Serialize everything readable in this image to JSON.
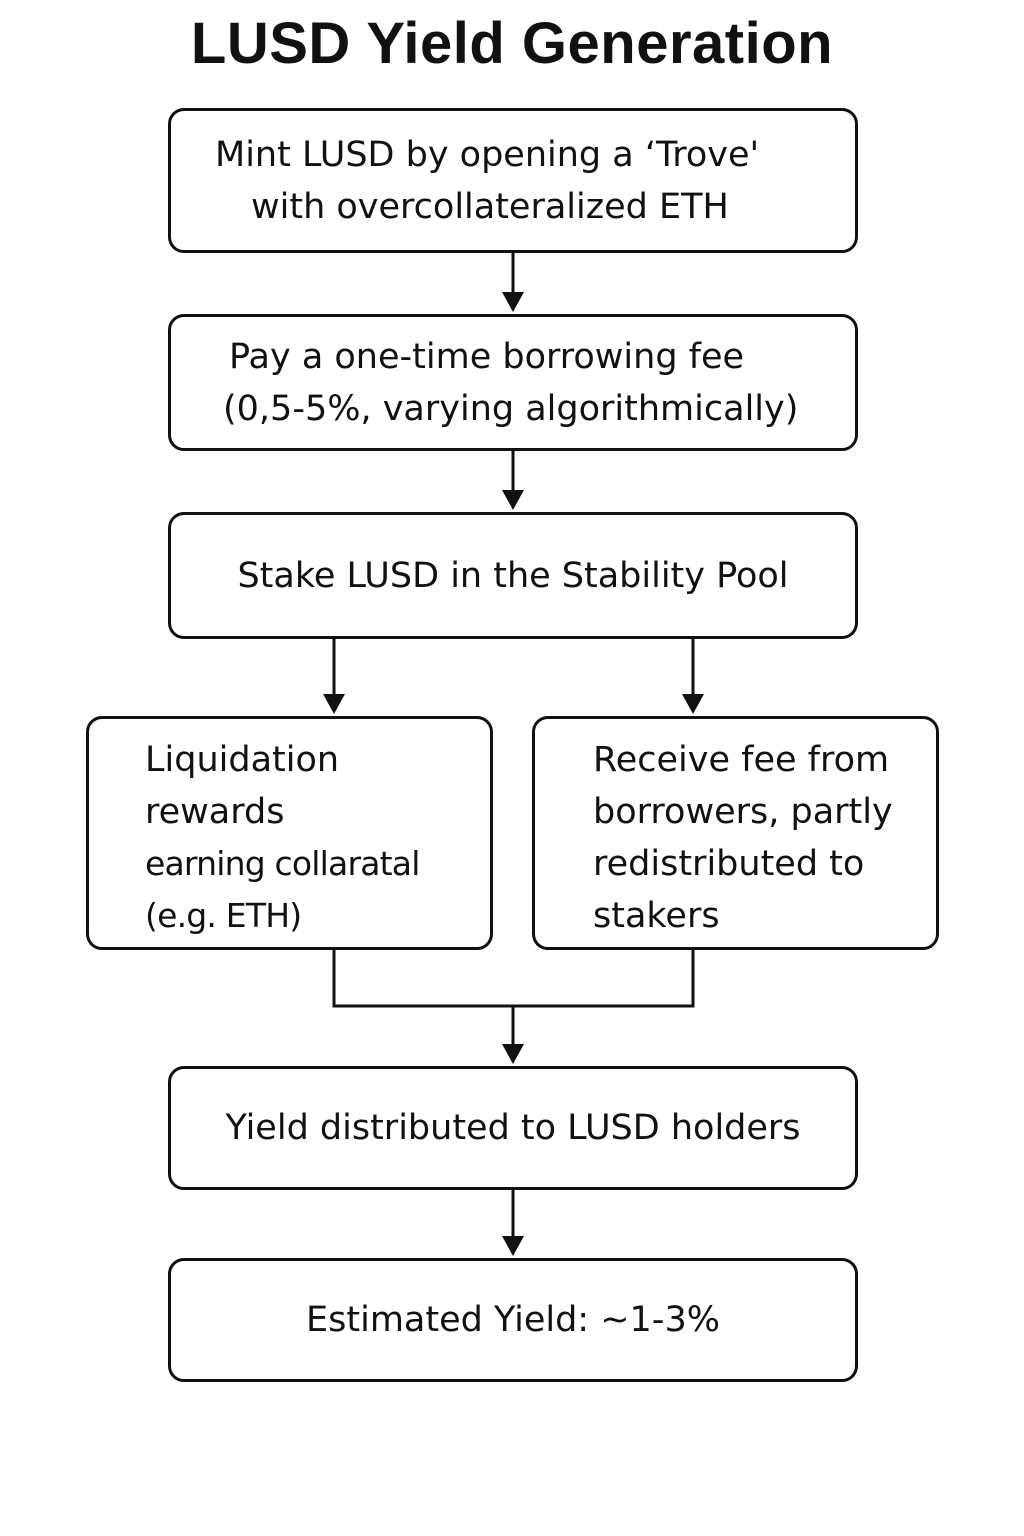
{
  "title": "LUSD Yield Generation",
  "steps": {
    "mint": {
      "lines": [
        "Mint LUSD by opening a ‘Trove'",
        "with overcollateralized ETH"
      ]
    },
    "fee": {
      "lines": [
        "Pay a one-time borrowing fee",
        "(0,5-5%, varying algorithmically)"
      ]
    },
    "stake": {
      "lines": [
        "Stake LUSD in the Stability Pool"
      ]
    },
    "liquidation": {
      "lines": [
        "Liquidation",
        "rewards",
        "earning collaratal",
        "(e.g. ETH)"
      ]
    },
    "receive_fee": {
      "lines": [
        "Receive fee from",
        "borrowers, partly",
        "redistributed to",
        "stakers"
      ]
    },
    "yield": {
      "lines": [
        "Yield distributed to LUSD holders"
      ]
    },
    "estimate": {
      "lines": [
        "Estimated Yield: ~1-3%"
      ]
    }
  },
  "colors": {
    "stroke": "#111111",
    "background": "#ffffff",
    "text": "#111111"
  }
}
